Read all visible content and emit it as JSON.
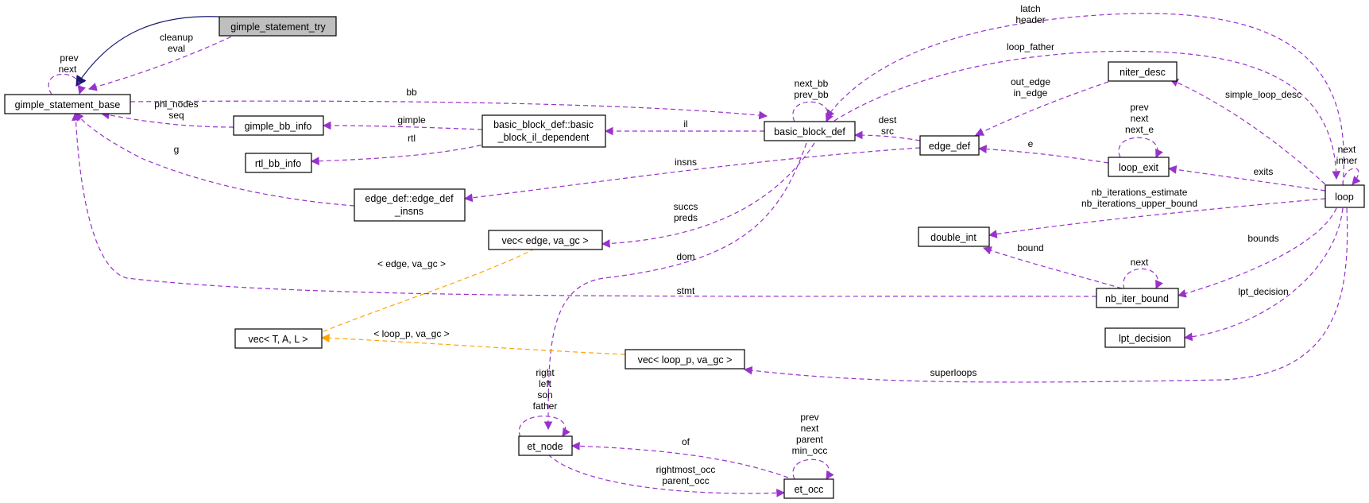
{
  "colors": {
    "purple": "#9932cc",
    "orange": "#ffa500",
    "navy": "#191970",
    "root_fill": "#bfbfbf"
  },
  "nodes": {
    "gimple_statement_try": {
      "label": "gimple_statement_try"
    },
    "gimple_statement_base": {
      "label": "gimple_statement_base"
    },
    "gimple_bb_info": {
      "label": "gimple_bb_info"
    },
    "rtl_bb_info": {
      "label": "rtl_bb_info"
    },
    "basic_block_il_dependent": {
      "line1": "basic_block_def::basic",
      "line2": "_block_il_dependent"
    },
    "basic_block_def": {
      "label": "basic_block_def"
    },
    "edge_def_insns": {
      "line1": "edge_def::edge_def",
      "line2": "_insns"
    },
    "edge_def": {
      "label": "edge_def"
    },
    "niter_desc": {
      "label": "niter_desc"
    },
    "loop_exit": {
      "label": "loop_exit"
    },
    "loop": {
      "label": "loop"
    },
    "vec_edge": {
      "label": "vec< edge, va_gc >"
    },
    "vec_T": {
      "label": "vec< T, A, L >"
    },
    "vec_loop_p": {
      "label": "vec< loop_p, va_gc >"
    },
    "double_int": {
      "label": "double_int"
    },
    "nb_iter_bound": {
      "label": "nb_iter_bound"
    },
    "lpt_decision": {
      "label": "lpt_decision"
    },
    "et_node": {
      "label": "et_node"
    },
    "et_occ": {
      "label": "et_occ"
    }
  },
  "edge_labels": {
    "cleanup": "cleanup",
    "eval": "eval",
    "base_prev": "prev",
    "base_next": "next",
    "bb": "bb",
    "phi_nodes": "phi_nodes",
    "seq": "seq",
    "gimple": "gimple",
    "rtl": "rtl",
    "g": "g",
    "il": "il",
    "next_bb": "next_bb",
    "prev_bb": "prev_bb",
    "latch": "latch",
    "header": "header",
    "loop_father": "loop_father",
    "dest": "dest",
    "src": "src",
    "out_edge": "out_edge",
    "in_edge": "in_edge",
    "insns": "insns",
    "exit_prev": "prev",
    "exit_next": "next",
    "exit_next_e": "next_e",
    "e": "e",
    "simple_loop_desc": "simple_loop_desc",
    "loop_next": "next",
    "loop_inner": "inner",
    "exits": "exits",
    "nb_iterations_estimate": "nb_iterations_estimate",
    "nb_iterations_upper_bound": "nb_iterations_upper_bound",
    "succs": "succs",
    "preds": "preds",
    "dom": "dom",
    "edge_va_gc": "< edge, va_gc >",
    "bound": "bound",
    "bound_next": "next",
    "bounds": "bounds",
    "stmt": "stmt",
    "lpt_decision": "lpt_decision",
    "loop_p_va_gc": "< loop_p, va_gc >",
    "superloops": "superloops",
    "et_right": "right",
    "et_left": "left",
    "et_son": "son",
    "et_father": "father",
    "occ_prev": "prev",
    "occ_next": "next",
    "occ_parent": "parent",
    "occ_min_occ": "min_occ",
    "of": "of",
    "rightmost_occ": "rightmost_occ",
    "parent_occ": "parent_occ"
  }
}
